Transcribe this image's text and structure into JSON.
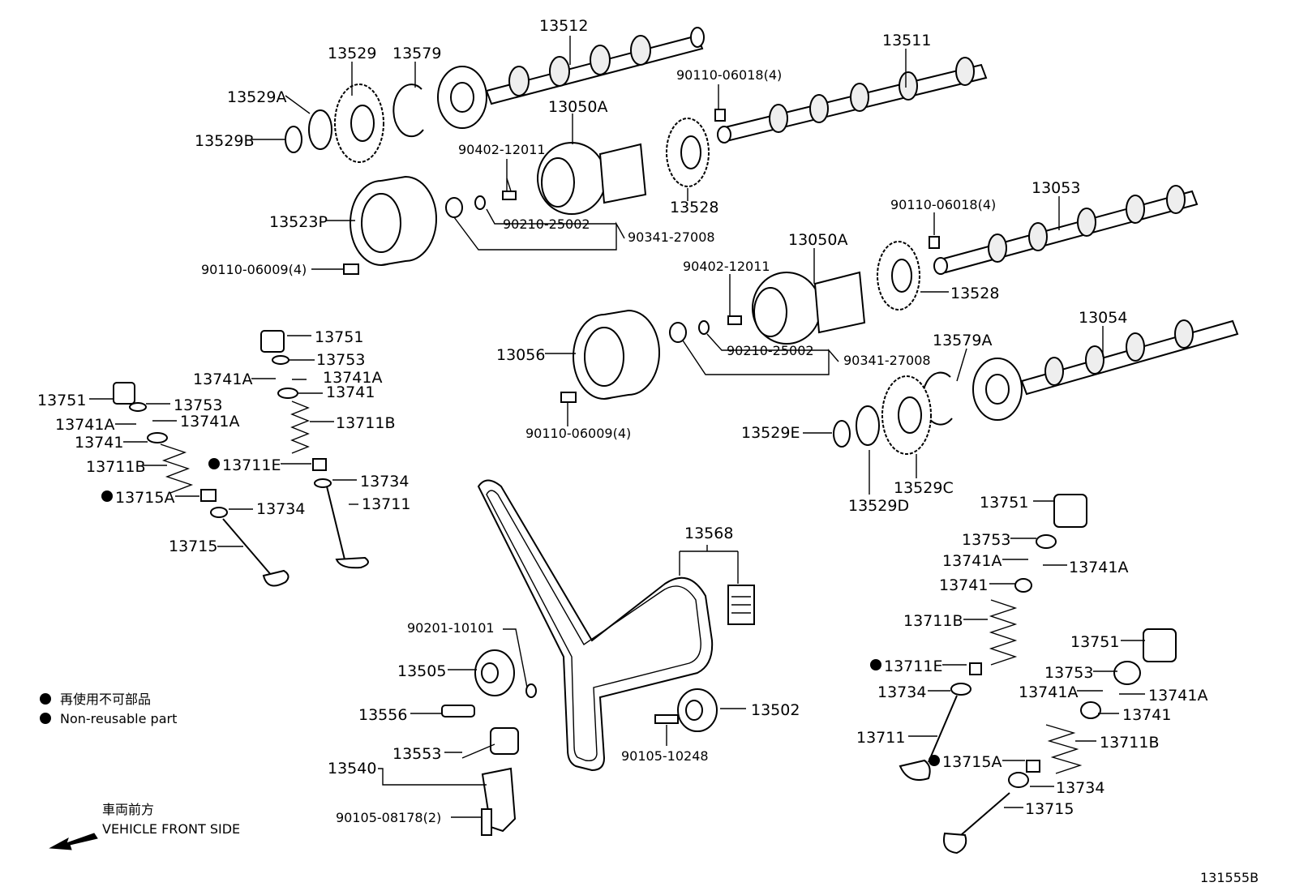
{
  "parts": {
    "p13512": "13512",
    "p13511": "13511",
    "p13529": "13529",
    "p13579": "13579",
    "p13529A": "13529A",
    "p13529B": "13529B",
    "b9011006018_top": "90110-06018(4)",
    "p13050A_top": "13050A",
    "p9040212011_top": "90402-12011",
    "p13523P": "13523P",
    "p9021025002_top": "90210-25002",
    "p9034127008_top": "90341-27008",
    "p13528_top": "13528",
    "b9011006009_top": "90110-06009(4)",
    "p13053": "13053",
    "b9011006018_mid": "90110-06018(4)",
    "p13050A_mid": "13050A",
    "p9040212011_mid": "90402-12011",
    "p13528_mid": "13528",
    "p13054": "13054",
    "p13056": "13056",
    "p9021025002_mid": "90210-25002",
    "p9034127008_mid": "90341-27008",
    "p13579A": "13579A",
    "b9011006009_mid": "90110-06009(4)",
    "p13529E": "13529E",
    "p13529D": "13529D",
    "p13529C": "13529C",
    "L_13751a": "13751",
    "L_13753a": "13753",
    "L_13741Aa": "13741A",
    "L_13741Ab": "13741A",
    "L_13741a": "13741",
    "L_13711Ba": "13711B",
    "L_13711Ea": "13711E",
    "L_13734a": "13734",
    "L_13711a": "13711",
    "L_13751b": "13751",
    "L_13753b": "13753",
    "L_13741Ac": "13741A",
    "L_13741Ad": "13741A",
    "L_13741b": "13741",
    "L_13711Bb": "13711B",
    "L_13715Aa": "13715A",
    "L_13734b": "13734",
    "L_13715a": "13715",
    "p13568": "13568",
    "p9020110101": "90201-10101",
    "p13505": "13505",
    "p13556": "13556",
    "p13502": "13502",
    "p9010510248": "90105-10248",
    "p13553": "13553",
    "p13540": "13540",
    "p9010508178": "90105-08178(2)",
    "R_13751a": "13751",
    "R_13753a": "13753",
    "R_13741Aa": "13741A",
    "R_13741Ab": "13741A",
    "R_13741a": "13741",
    "R_13711Ba": "13711B",
    "R_13711Ea": "13711E",
    "R_13734a": "13734",
    "R_13711a": "13711",
    "R_13751b": "13751",
    "R_13753b": "13753",
    "R_13741Ac": "13741A",
    "R_13741Ad": "13741A",
    "R_13741b": "13741",
    "R_13711Bb": "13711B",
    "R_13715Aa": "13715A",
    "R_13734b": "13734",
    "R_13715a": "13715"
  },
  "legend": {
    "jp": "再使用不可部品",
    "en": "Non-reusable part"
  },
  "direction": {
    "jp": "車両前方",
    "en": "VEHICLE FRONT SIDE"
  },
  "figure_id": "131555B"
}
